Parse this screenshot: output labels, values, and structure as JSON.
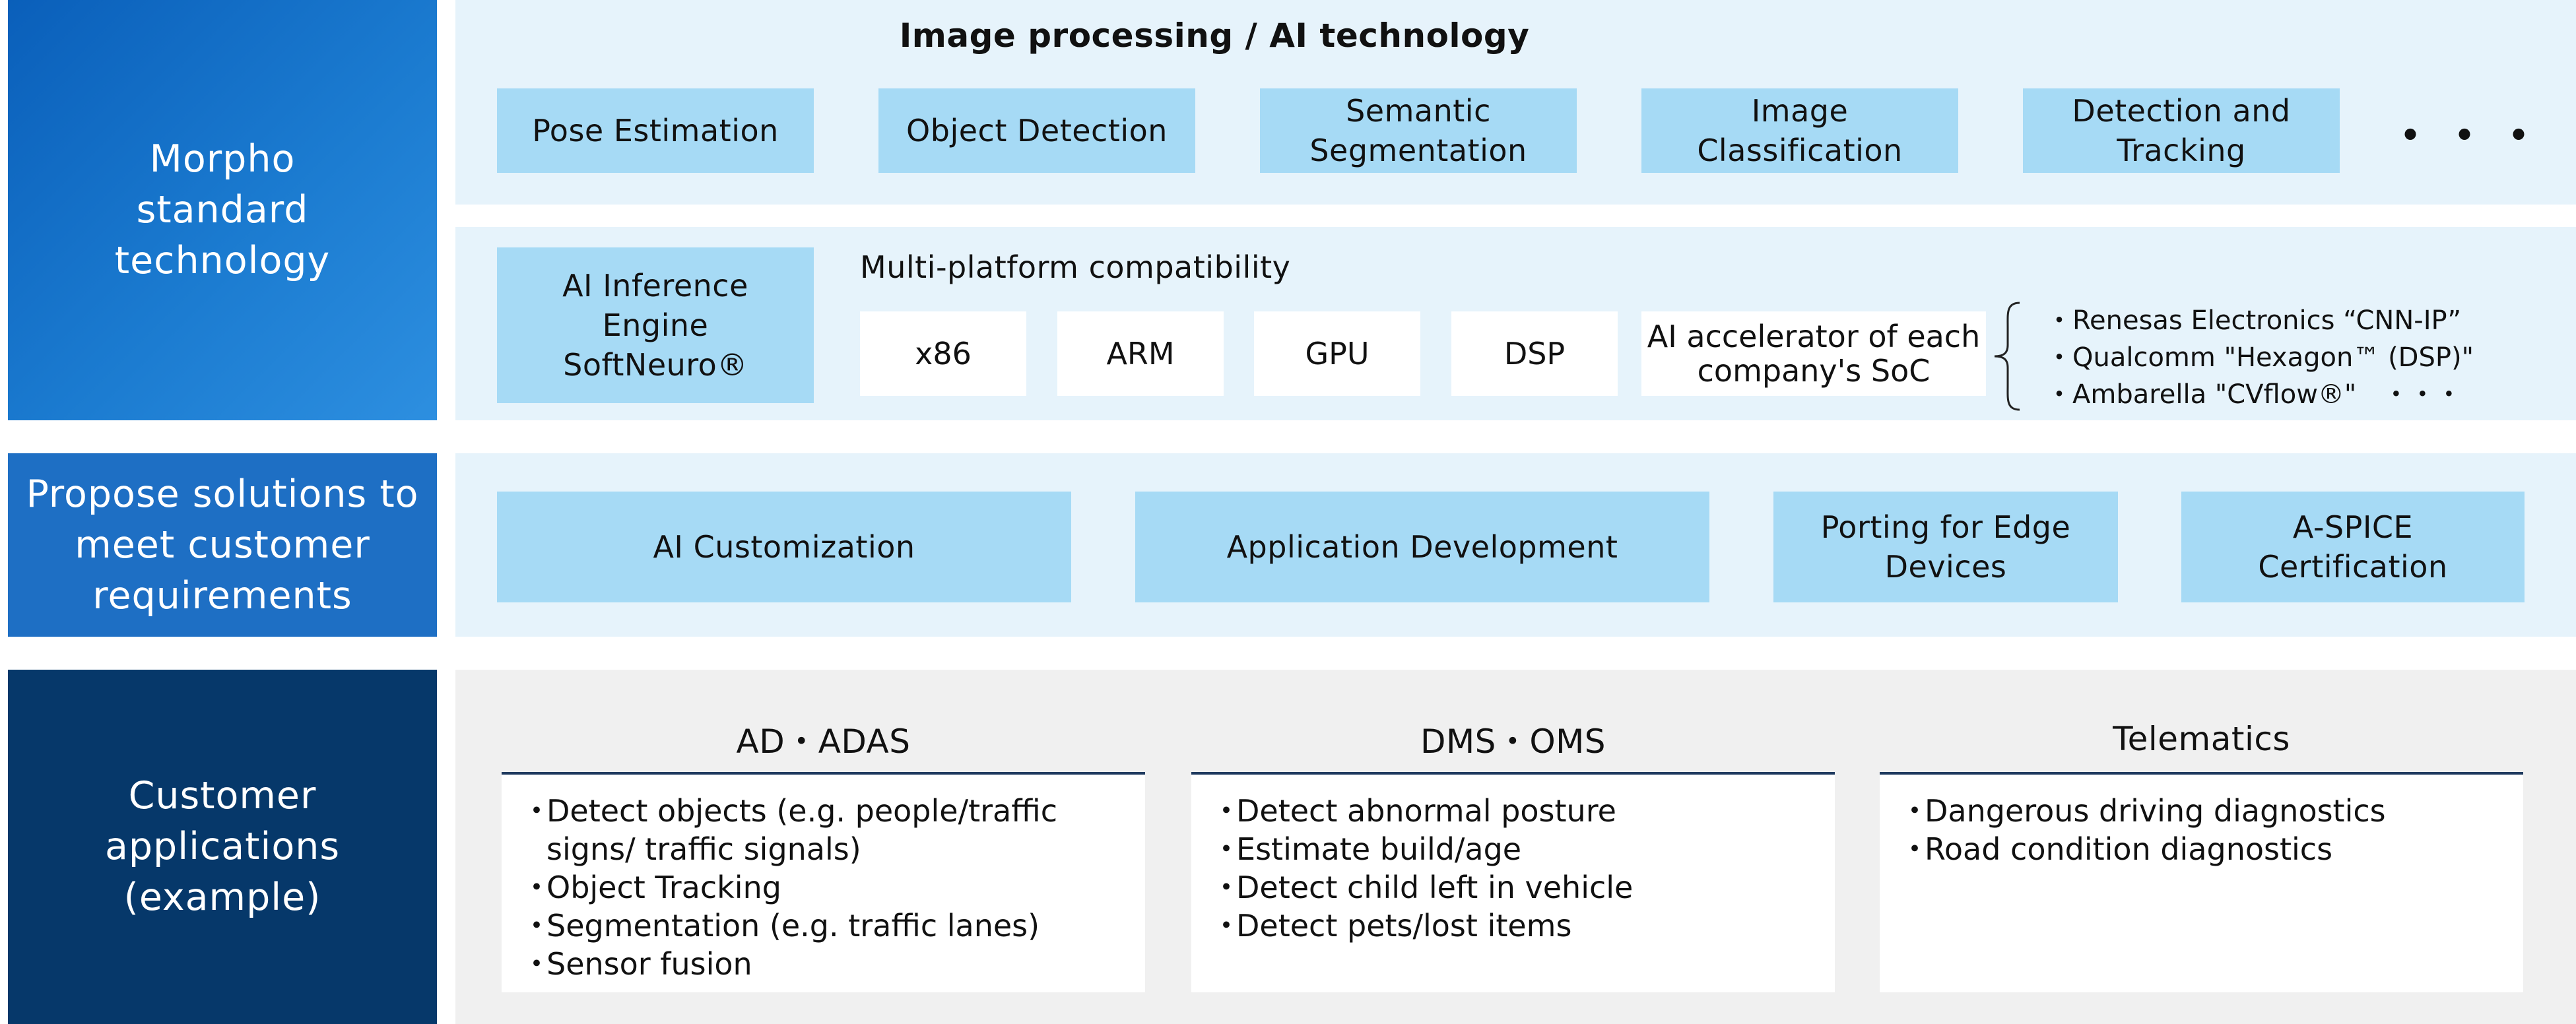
{
  "left_labels": {
    "standard": "Morpho\nstandard\ntechnology",
    "propose": "Propose solutions to\nmeet customer\nrequirements",
    "customer": "Customer\napplications\n(example)"
  },
  "image_processing": {
    "title": "Image processing / AI technology",
    "items": [
      "Pose Estimation",
      "Object Detection",
      "Semantic\nSegmentation",
      "Image\nClassification",
      "Detection and\nTracking"
    ],
    "ellipsis": "・・・"
  },
  "inference": {
    "engine": "AI Inference\nEngine\nSoftNeuro®",
    "compat_title": "Multi-platform compatibility",
    "platforms": [
      "x86",
      "ARM",
      "GPU",
      "DSP"
    ],
    "soc_box": "AI accelerator of each\ncompany's SoC",
    "soc_examples": [
      "・Renesas Electronics “CNN-IP”",
      "・Qualcomm \"Hexagon™ (DSP)\"",
      "・Ambarella \"CVflow®\"　・・・"
    ]
  },
  "solutions": [
    "AI Customization",
    "Application Development",
    "Porting for Edge\nDevices",
    "A-SPICE\nCertification"
  ],
  "applications": [
    {
      "title": "AD・ADAS",
      "items": [
        "Detect objects (e.g. people/traffic signs/ traffic signals)",
        "Object Tracking",
        "Segmentation (e.g. traffic lanes)",
        "Sensor fusion"
      ]
    },
    {
      "title": "DMS・OMS",
      "items": [
        "Detect abnormal posture",
        "Estimate build/age",
        "Detect child left in vehicle",
        "Detect pets/lost items"
      ]
    },
    {
      "title": "Telematics",
      "items": [
        "Dangerous driving diagnostics",
        "Road condition diagnostics"
      ]
    }
  ],
  "colors": {
    "dark_blue": "#06386a",
    "mid_blue": "#1e6fc4",
    "light_panel": "#e6f3fb",
    "tech_box": "#a6daf5",
    "grey_panel": "#f0f0f0"
  }
}
